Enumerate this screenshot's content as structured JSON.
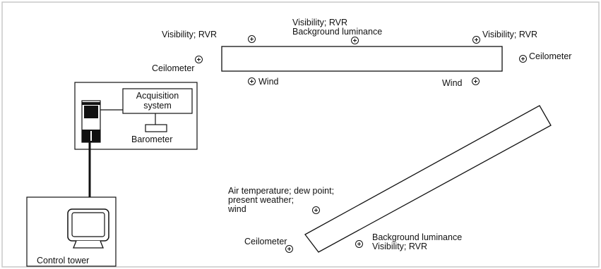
{
  "diagram": {
    "labels": {
      "vis_rvr_top_left": "Visibility; RVR",
      "vis_rvr_top_center_line1": "Visibility; RVR",
      "background_luminance_top": "Background luminance",
      "vis_rvr_top_right": "Visibility; RVR",
      "ceilometer_left": "Ceilometer",
      "ceilometer_right": "Ceilometer",
      "wind_left": "Wind",
      "wind_right": "Wind",
      "acquisition_line1": "Acquisition",
      "acquisition_line2": "system",
      "barometer": "Barometer",
      "control_tower": "Control tower",
      "air_line1": "Air temperature; dew point;",
      "air_line2": "present weather;",
      "air_line3": "wind",
      "ceilometer_bottom": "Ceilometer",
      "background_luminance_bottom": "Background luminance",
      "vis_rvr_bottom": "Visibility; RVR"
    },
    "colors": {
      "line": "#111111",
      "frame": "#c8c8c8",
      "background": "#ffffff"
    },
    "icons": {
      "sensor": "circled-plus-icon",
      "computer": "monitor-icon",
      "rack": "server-rack-icon"
    }
  }
}
